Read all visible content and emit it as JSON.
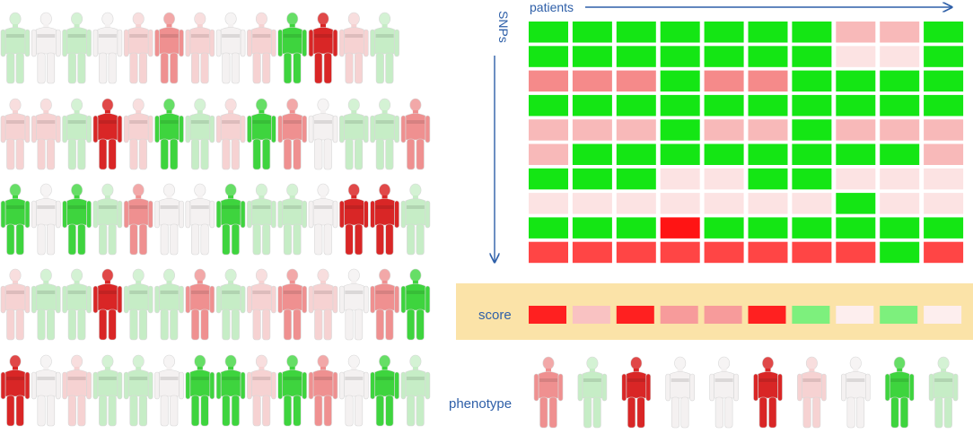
{
  "labels": {
    "patients": "patients",
    "snps": "SNPs",
    "score": "score",
    "phenotype": "phenotype"
  },
  "palette": {
    "red": "#f01818",
    "pink": "#f08a8a",
    "light_pink": "#f7c2c2",
    "faint": "#f5f0f0",
    "light_green": "#bfe8bf",
    "green": "#14e014",
    "arrow": "#2e5fa8",
    "score_band": "#fbe3a8"
  },
  "population_grid": [
    [
      "lg",
      "f",
      "lg",
      "f",
      "lp",
      "p",
      "lp",
      "f",
      "lp",
      "g",
      "r",
      "lp",
      "lg"
    ],
    [
      "lp",
      "lp",
      "lg",
      "r",
      "lp",
      "g",
      "lg",
      "lp",
      "g",
      "p",
      "f",
      "lg",
      "lg",
      "p"
    ],
    [
      "g",
      "f",
      "g",
      "lg",
      "p",
      "f",
      "f",
      "g",
      "lg",
      "lg",
      "f",
      "r",
      "r",
      "lg"
    ],
    [
      "lp",
      "lg",
      "lg",
      "r",
      "lg",
      "lg",
      "p",
      "lg",
      "lp",
      "p",
      "lp",
      "f",
      "p",
      "g"
    ],
    [
      "r",
      "f",
      "lp",
      "lg",
      "lg",
      "f",
      "g",
      "g",
      "lp",
      "g",
      "p",
      "f",
      "g",
      "lg"
    ]
  ],
  "snp_matrix": [
    [
      "G",
      "G",
      "G",
      "G",
      "G",
      "G",
      "G",
      "lp",
      "lp",
      "G"
    ],
    [
      "G",
      "G",
      "G",
      "G",
      "G",
      "G",
      "G",
      "f",
      "f",
      "G"
    ],
    [
      "p",
      "p",
      "p",
      "G",
      "p",
      "p",
      "G",
      "G",
      "G",
      "G"
    ],
    [
      "G",
      "G",
      "G",
      "G",
      "G",
      "G",
      "G",
      "G",
      "G",
      "G"
    ],
    [
      "lp",
      "lp",
      "lp",
      "G",
      "lp",
      "lp",
      "G",
      "lp",
      "lp",
      "lp"
    ],
    [
      "lp",
      "G",
      "G",
      "G",
      "G",
      "G",
      "G",
      "G",
      "G",
      "lp"
    ],
    [
      "G",
      "G",
      "G",
      "f",
      "f",
      "G",
      "G",
      "f",
      "f",
      "f"
    ],
    [
      "f",
      "f",
      "f",
      "f",
      "f",
      "f",
      "f",
      "G",
      "f",
      "f"
    ],
    [
      "G",
      "G",
      "G",
      "R",
      "G",
      "G",
      "G",
      "G",
      "G",
      "G"
    ],
    [
      "r",
      "r",
      "r",
      "r",
      "r",
      "r",
      "r",
      "r",
      "G",
      "r"
    ]
  ],
  "score_row": [
    "R",
    "lp",
    "R",
    "p",
    "p",
    "R",
    "lg",
    "f",
    "lg",
    "f"
  ],
  "phenotype_row": [
    "p",
    "lg",
    "r",
    "f",
    "f",
    "r",
    "lp",
    "f",
    "g",
    "lg"
  ]
}
